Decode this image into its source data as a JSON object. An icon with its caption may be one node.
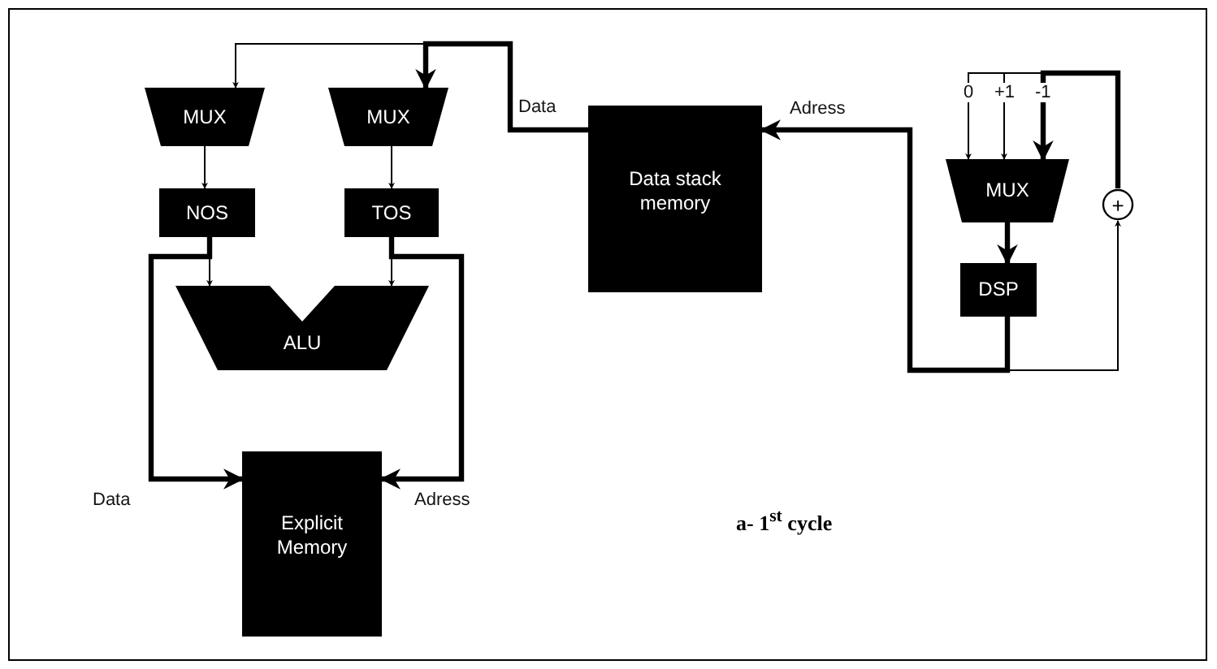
{
  "diagram": {
    "nodes": [
      {
        "text": [
          "MUX"
        ]
      },
      {
        "text": [
          "MUX"
        ]
      },
      {
        "text": [
          "NOS"
        ]
      },
      {
        "text": [
          "TOS"
        ]
      },
      {
        "text": [
          "ALU"
        ]
      },
      {
        "text": [
          "Explicit Memory"
        ]
      },
      {
        "text": [
          "Data stack memory"
        ]
      },
      {
        "text": [
          "MUX"
        ]
      },
      {
        "text": [
          "DSP"
        ]
      },
      {
        "text": [
          "+"
        ]
      }
    ],
    "edges": [
      {
        "from": 6,
        "to": 0,
        "arrow": "to",
        "label": "Data"
      },
      {
        "from": 6,
        "to": 1,
        "arrow": "to",
        "style": "thick"
      },
      {
        "from": 0,
        "to": 2,
        "arrow": "to"
      },
      {
        "from": 1,
        "to": 3,
        "arrow": "to"
      },
      {
        "from": 2,
        "to": 4,
        "arrow": "to"
      },
      {
        "from": 3,
        "to": 4,
        "arrow": "to"
      },
      {
        "from": 2,
        "to": 5,
        "arrow": "to",
        "label": "Data",
        "style": "thick"
      },
      {
        "from": 3,
        "to": 5,
        "arrow": "to",
        "label": "Adress",
        "style": "thick"
      },
      {
        "from": 7,
        "to": 8,
        "arrow": "to",
        "style": "thick"
      },
      {
        "from": 8,
        "to": 6,
        "arrow": "to",
        "label": "Adress",
        "style": "thick"
      },
      {
        "from": 8,
        "to": 9,
        "arrow": "to"
      },
      {
        "from": 9,
        "to": 7,
        "arrow": "to",
        "label": "0"
      },
      {
        "from": 9,
        "to": 7,
        "arrow": "to",
        "label": "+1"
      },
      {
        "from": 9,
        "to": 7,
        "arrow": "to",
        "label": "-1",
        "style": "thick"
      }
    ],
    "labels": [
      "a- 1$^{st}$ cycle"
    ]
  }
}
